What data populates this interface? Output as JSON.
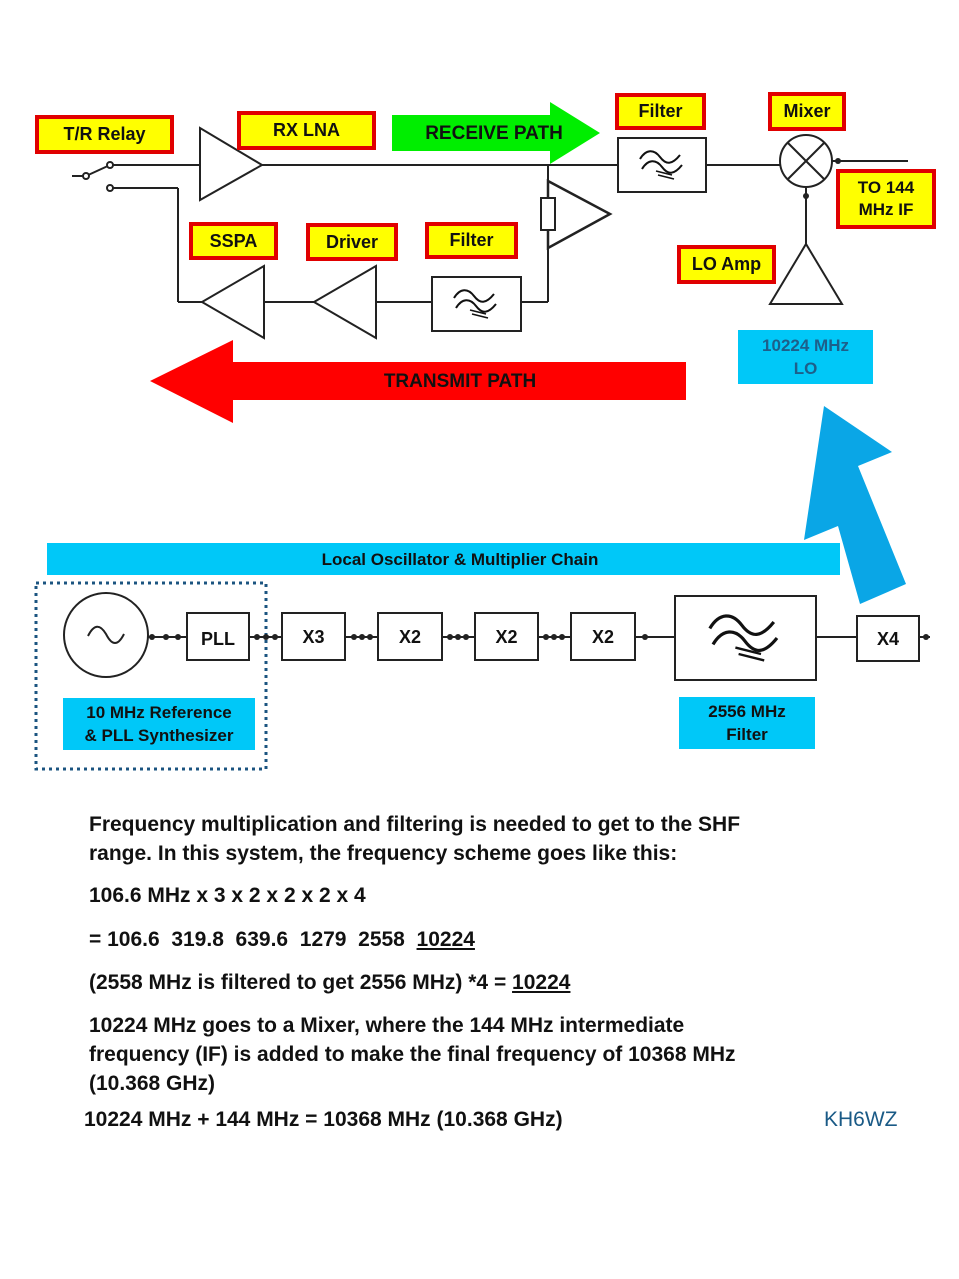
{
  "rf_section": {
    "tr_relay": "T/R Relay",
    "rx_lna": "RX LNA",
    "receive_path": "RECEIVE  PATH",
    "filter_rx": "Filter",
    "mixer": "Mixer",
    "to_if": "TO 144\nMHz IF",
    "sspa": "SSPA",
    "driver": "Driver",
    "filter_tx": "Filter",
    "lo_amp": "LO Amp",
    "lo": "10224 MHz\nLO",
    "transmit_path": "TRANSMIT  PATH"
  },
  "lo_chain": {
    "title": "Local Oscillator & Multiplier Chain",
    "pll": "PLL",
    "x3": "X3",
    "x2a": "X2",
    "x2b": "X2",
    "x2c": "X2",
    "x4": "X4",
    "reference": "10 MHz Reference\n& PLL Synthesizer",
    "filter_2556": "2556 MHz\nFilter"
  },
  "notes": {
    "p1": "Frequency multiplication and filtering is needed to get to the SHF\nrange. In this system, the frequency scheme goes like this:",
    "p2": "106.6 MHz x 3 x 2 x 2 x 2 x 4",
    "p3_prefix": "= 106.6  319.8  639.6  1279  2558  ",
    "p3_underlined": "10224",
    "p4_prefix": "(2558 MHz is filtered to get 2556 MHz) *4 = ",
    "p4_underlined": "10224",
    "p5": "10224 MHz goes to a Mixer, where the 144 MHz intermediate\nfrequency (IF) is added to make the final frequency of 10368 MHz\n(10.368 GHz)",
    "p6": "10224 MHz + 144 MHz = 10368 MHz (10.368 GHz)",
    "signature": "KH6WZ"
  },
  "colors": {
    "label_fill": "#ffff00",
    "label_border": "#e00000",
    "receive_arrow": "#00ee00",
    "transmit_arrow": "#ff0000",
    "lo_fill": "#00c8f8",
    "lo_arrow": "#0aa6e6"
  }
}
